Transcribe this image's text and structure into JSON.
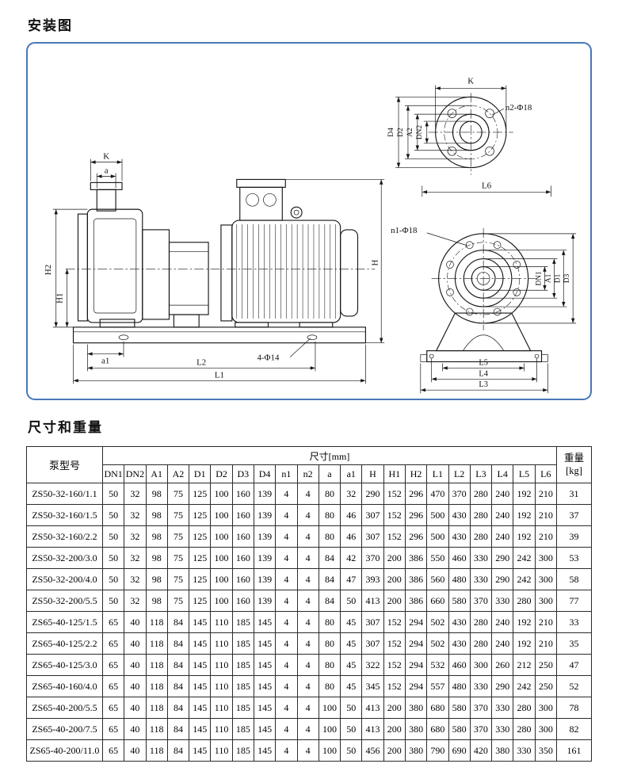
{
  "page": {
    "title_diagram": "安装图",
    "title_table": "尺寸和重量"
  },
  "diagram": {
    "side": {
      "k": "K",
      "a": "a",
      "h2": "H2",
      "h1": "H1",
      "h": "H",
      "a1": "a1",
      "l2": "L2",
      "l1": "L1",
      "bolt_note": "4-Φ14"
    },
    "flange": {
      "k": "K",
      "d4": "D4",
      "d2": "D2",
      "a2": "A2",
      "dn2": "DN2",
      "bolt_note": "n2-Φ18",
      "l6": "L6"
    },
    "end": {
      "bolt_note": "n1-Φ18",
      "dn1": "DN1",
      "a1": "A1",
      "d1": "D1",
      "d3": "D3",
      "l5": "L5",
      "l4": "L4",
      "l3": "L3"
    }
  },
  "table": {
    "header_model": "泵型号",
    "header_dims": "尺寸[mm]",
    "header_weight": "重量",
    "header_weight_unit": "[kg]",
    "dim_columns": [
      "DN1",
      "DN2",
      "A1",
      "A2",
      "D1",
      "D2",
      "D3",
      "D4",
      "n1",
      "n2",
      "a",
      "a1",
      "H",
      "H1",
      "H2",
      "L1",
      "L2",
      "L3",
      "L4",
      "L5",
      "L6"
    ],
    "rows": [
      {
        "model": "ZS50-32-160/1.1",
        "values": [
          50,
          32,
          98,
          75,
          125,
          100,
          160,
          139,
          4,
          4,
          80,
          32,
          290,
          152,
          296,
          470,
          370,
          280,
          240,
          192,
          210
        ],
        "weight": 31
      },
      {
        "model": "ZS50-32-160/1.5",
        "values": [
          50,
          32,
          98,
          75,
          125,
          100,
          160,
          139,
          4,
          4,
          80,
          46,
          307,
          152,
          296,
          500,
          430,
          280,
          240,
          192,
          210
        ],
        "weight": 37
      },
      {
        "model": "ZS50-32-160/2.2",
        "values": [
          50,
          32,
          98,
          75,
          125,
          100,
          160,
          139,
          4,
          4,
          80,
          46,
          307,
          152,
          296,
          500,
          430,
          280,
          240,
          192,
          210
        ],
        "weight": 39
      },
      {
        "model": "ZS50-32-200/3.0",
        "values": [
          50,
          32,
          98,
          75,
          125,
          100,
          160,
          139,
          4,
          4,
          84,
          42,
          370,
          200,
          386,
          550,
          460,
          330,
          290,
          242,
          300
        ],
        "weight": 53
      },
      {
        "model": "ZS50-32-200/4.0",
        "values": [
          50,
          32,
          98,
          75,
          125,
          100,
          160,
          139,
          4,
          4,
          84,
          47,
          393,
          200,
          386,
          560,
          480,
          330,
          290,
          242,
          300
        ],
        "weight": 58
      },
      {
        "model": "ZS50-32-200/5.5",
        "values": [
          50,
          32,
          98,
          75,
          125,
          100,
          160,
          139,
          4,
          4,
          84,
          50,
          413,
          200,
          386,
          660,
          580,
          370,
          330,
          280,
          300
        ],
        "weight": 77
      },
      {
        "model": "ZS65-40-125/1.5",
        "values": [
          65,
          40,
          118,
          84,
          145,
          110,
          185,
          145,
          4,
          4,
          80,
          45,
          307,
          152,
          294,
          502,
          430,
          280,
          240,
          192,
          210
        ],
        "weight": 33
      },
      {
        "model": "ZS65-40-125/2.2",
        "values": [
          65,
          40,
          118,
          84,
          145,
          110,
          185,
          145,
          4,
          4,
          80,
          45,
          307,
          152,
          294,
          502,
          430,
          280,
          240,
          192,
          210
        ],
        "weight": 35
      },
      {
        "model": "ZS65-40-125/3.0",
        "values": [
          65,
          40,
          118,
          84,
          145,
          110,
          185,
          145,
          4,
          4,
          80,
          45,
          322,
          152,
          294,
          532,
          460,
          300,
          260,
          212,
          250
        ],
        "weight": 47
      },
      {
        "model": "ZS65-40-160/4.0",
        "values": [
          65,
          40,
          118,
          84,
          145,
          110,
          185,
          145,
          4,
          4,
          80,
          45,
          345,
          152,
          294,
          557,
          480,
          330,
          290,
          242,
          250
        ],
        "weight": 52
      },
      {
        "model": "ZS65-40-200/5.5",
        "values": [
          65,
          40,
          118,
          84,
          145,
          110,
          185,
          145,
          4,
          4,
          100,
          50,
          413,
          200,
          380,
          680,
          580,
          370,
          330,
          280,
          300
        ],
        "weight": 78
      },
      {
        "model": "ZS65-40-200/7.5",
        "values": [
          65,
          40,
          118,
          84,
          145,
          110,
          185,
          145,
          4,
          4,
          100,
          50,
          413,
          200,
          380,
          680,
          580,
          370,
          330,
          280,
          300
        ],
        "weight": 82
      },
      {
        "model": "ZS65-40-200/11.0",
        "values": [
          65,
          40,
          118,
          84,
          145,
          110,
          185,
          145,
          4,
          4,
          100,
          50,
          456,
          200,
          380,
          790,
          690,
          420,
          380,
          330,
          350
        ],
        "weight": 161
      }
    ]
  }
}
